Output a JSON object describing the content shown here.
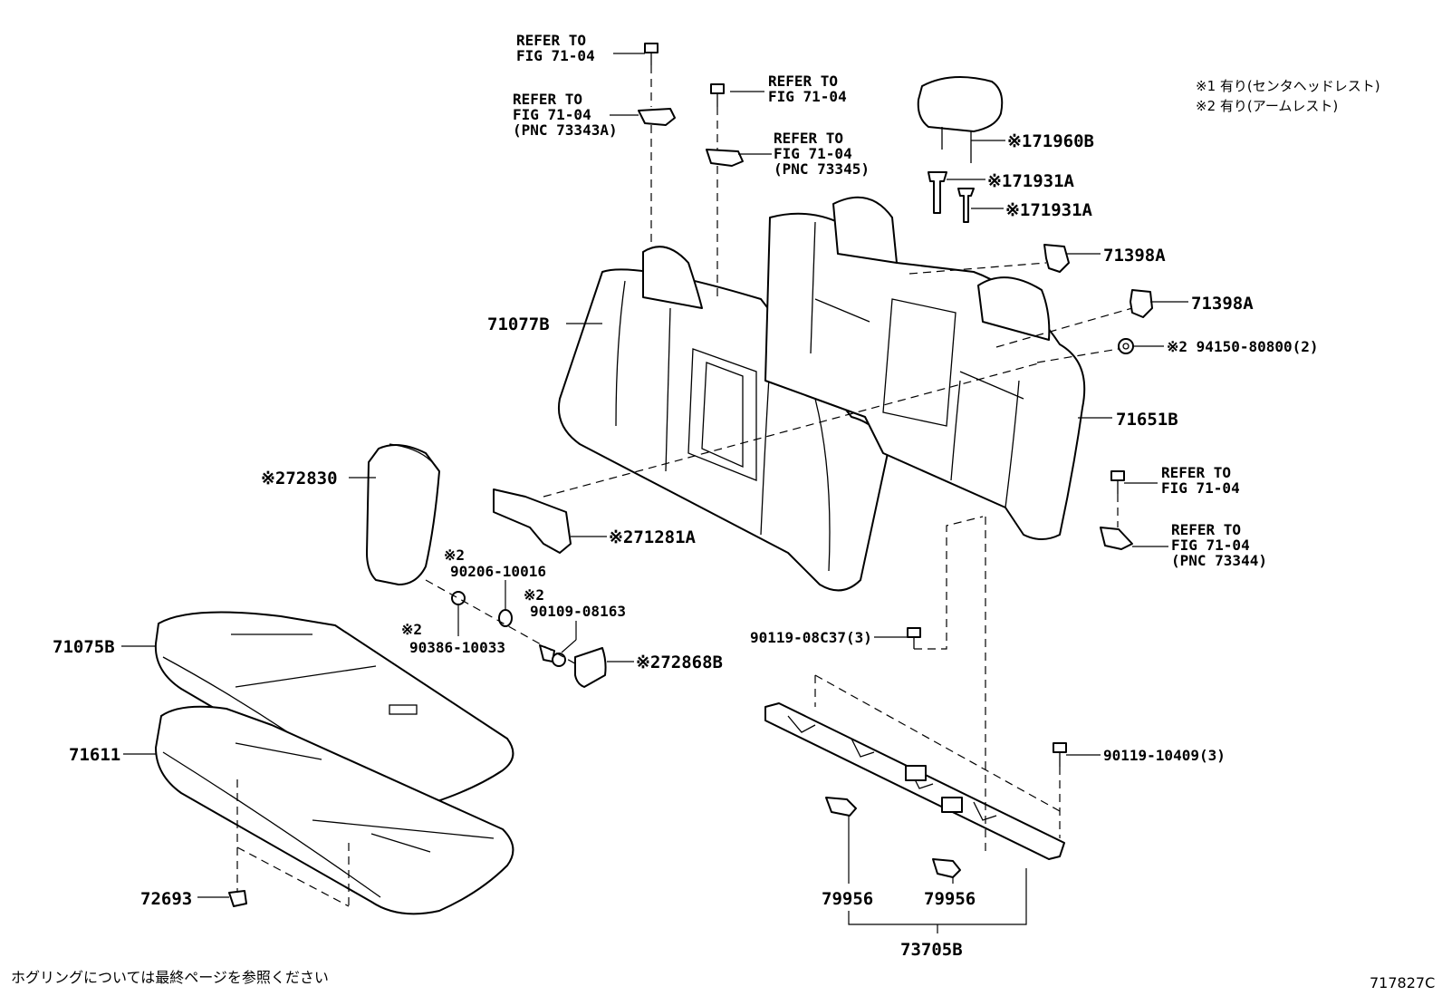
{
  "notes": {
    "note1": "※1 有り(センタヘッドレスト)",
    "note2": "※2 有り(アームレスト)"
  },
  "footer": {
    "text": "ホグリングについては最終ページを参照ください",
    "code": "717827C"
  },
  "refs": {
    "r1": [
      "REFER TO",
      "FIG 71-04"
    ],
    "r2": [
      "REFER TO",
      "FIG 71-04",
      "(PNC 73343A)"
    ],
    "r3": [
      "REFER TO",
      "FIG 71-04"
    ],
    "r4": [
      "REFER TO",
      "FIG 71-04",
      "(PNC 73345)"
    ],
    "r5": [
      "REFER TO",
      "FIG 71-04"
    ],
    "r6": [
      "REFER TO",
      "FIG 71-04",
      "(PNC 73344)"
    ]
  },
  "parts": {
    "p71960B": "※171960B",
    "p71931A_1": "※171931A",
    "p71931A_2": "※171931A",
    "p71398A_1": "71398A",
    "p71398A_2": "71398A",
    "p94150": "※2 94150-80800(2)",
    "p71651B": "71651B",
    "p71077B": "71077B",
    "p72830": "※272830",
    "p71281A": "※271281A",
    "p90206_mark": "※2",
    "p90206": "90206-10016",
    "p90109_mark": "※2",
    "p90109": "90109-08163",
    "p90386_mark": "※2",
    "p90386": "90386-10033",
    "p72868B": "※272868B",
    "p90119_08C37": "90119-08C37(3)",
    "p90119_10409": "90119-10409(3)",
    "p71075B": "71075B",
    "p71611": "71611",
    "p72693": "72693",
    "p79956_1": "79956",
    "p79956_2": "79956",
    "p73705B": "73705B"
  }
}
